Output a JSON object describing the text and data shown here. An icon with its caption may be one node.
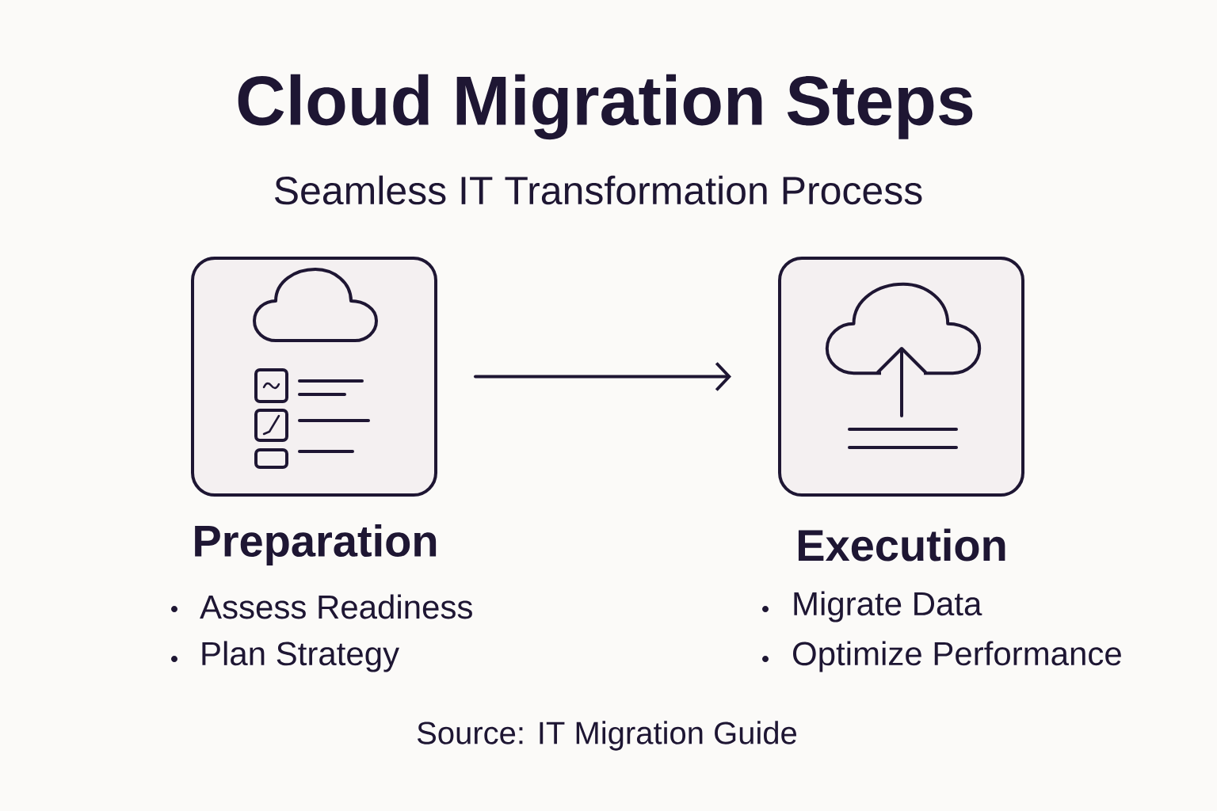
{
  "diagram": {
    "title": "Cloud Migration Steps",
    "caption": "Source: IT Migration Guide",
    "nodes": [
      {
        "text": [
          "Preparation",
          "Assess Readiness",
          "Plan Strategy"
        ]
      },
      {
        "text": [
          "Execution",
          "Migrate Data",
          "Optimize Performance"
        ]
      }
    ],
    "edges": [
      {
        "from": 0,
        "to": 1,
        "arrow": "to"
      }
    ],
    "labels": [
      "Seamless IT Transformation Process"
    ]
  }
}
